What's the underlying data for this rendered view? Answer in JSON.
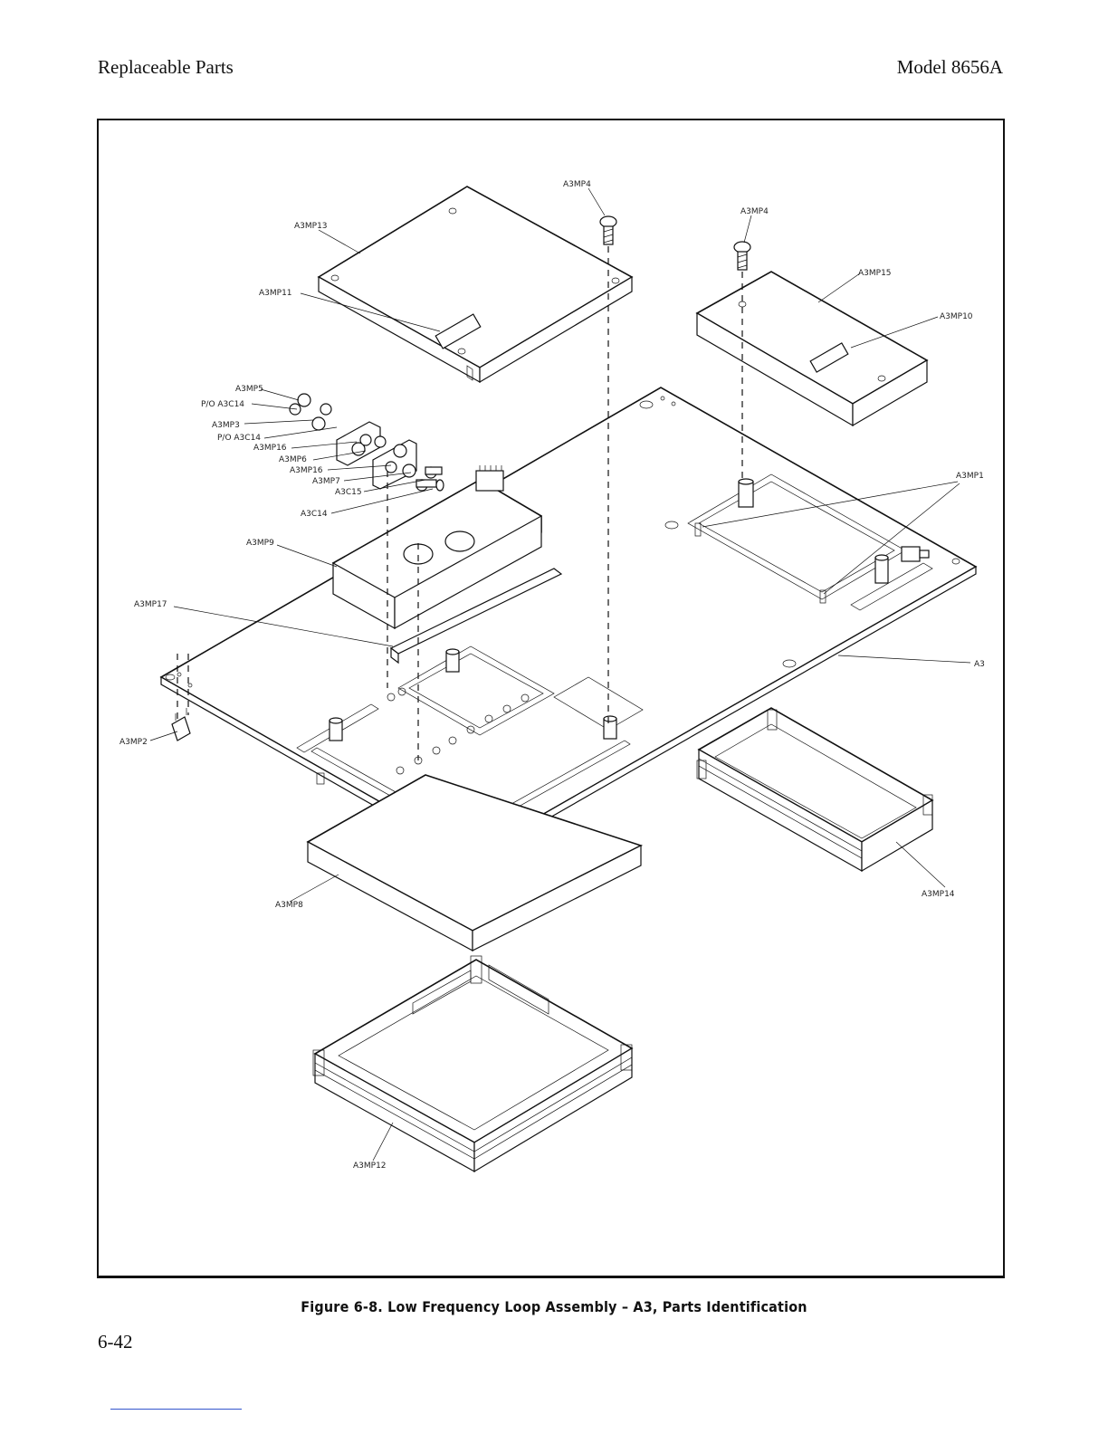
{
  "header": {
    "left": "Replaceable Parts",
    "right": "Model 8656A"
  },
  "figure": {
    "caption": "Figure 6-8. Low Frequency Loop Assembly – A3, Parts Identification",
    "labels": {
      "a3mp4_left": "A3MP4",
      "a3mp4_right": "A3MP4",
      "a3mp13": "A3MP13",
      "a3mp15": "A3MP15",
      "a3mp11": "A3MP11",
      "a3mp10": "A3MP10",
      "a3mp5": "A3MP5",
      "po_a3c14_top": "P/O A3C14",
      "a3mp3": "A3MP3",
      "po_a3c14_mid": "P/O A3C14",
      "a3mp16_top": "A3MP16",
      "a3mp6": "A3MP6",
      "a3mp16_bottom": "A3MP16",
      "a3mp7": "A3MP7",
      "a3c15": "A3C15",
      "a3c14": "A3C14",
      "a3mp1": "A3MP1",
      "a3mp9": "A3MP9",
      "a3mp17": "A3MP17",
      "a3": "A3",
      "a3mp2": "A3MP2",
      "a3mp14": "A3MP14",
      "a3mp8": "A3MP8",
      "a3mp12": "A3MP12"
    }
  },
  "page_number": "6-42"
}
